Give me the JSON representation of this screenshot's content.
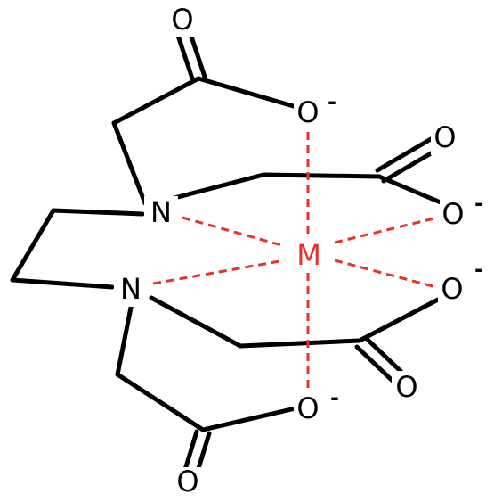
{
  "molecule": {
    "colors": {
      "bond": "#000000",
      "metal": "#e8322f",
      "coordination": "#e8322f",
      "background": "#ffffff"
    },
    "atoms": {
      "metal": "M",
      "amine_top": "N",
      "amine_bottom": "N",
      "carbonyl_top": "O",
      "carboxylate_top": "O",
      "carbonyl_upper_right": "O",
      "carboxylate_upper_right": "O",
      "carboxylate_lower_right": "O",
      "carbonyl_lower_right": "O",
      "carboxylate_bottom": "O",
      "carbonyl_bottom": "O"
    },
    "charges": {
      "carboxylate_top": "-",
      "carboxylate_upper_right": "-",
      "carboxylate_lower_right": "-",
      "carboxylate_bottom": "-"
    }
  }
}
